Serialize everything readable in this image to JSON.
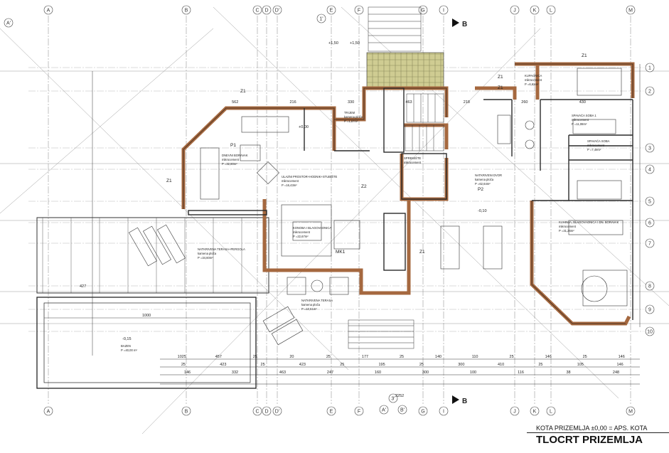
{
  "colors": {
    "wall": "#a5683f",
    "wall_outline": "#3a2a1e",
    "ink": "#2a2a2a",
    "axis": "#555555",
    "tile": "#c9c78f"
  },
  "axes": {
    "columns": [
      "A",
      "B",
      "C",
      "D",
      "D'",
      "E",
      "F",
      "G",
      "I",
      "J",
      "K",
      "L",
      "M"
    ],
    "rows": [
      "1",
      "2",
      "3",
      "4",
      "5",
      "6",
      "7",
      "8",
      "9",
      "10"
    ],
    "diag_top": [
      "A'",
      "1'"
    ],
    "diag_bottom": [
      "3'",
      "A'",
      "B'"
    ],
    "section_mark": "B"
  },
  "rooms": [
    {
      "name": "DNEVNI BORAVAK",
      "floor": "mikrocement",
      "area": "P =32,80m²"
    },
    {
      "name": "ULAZNI PROSTOR+HODNIK+STUBIŠTE",
      "floor": "mikrocement",
      "area": "P =16,43m²"
    },
    {
      "name": "KONOBA I BLAGOVAONICA",
      "floor": "mikrocement",
      "area": "P =22,67m²"
    },
    {
      "name": "TRIJEM",
      "floor": "kamena ploča",
      "area": "P =1,67m²"
    },
    {
      "name": "SPREMIŠTE",
      "floor": "mikrocement",
      "area": ""
    },
    {
      "name": "NATKRIVENI DVOR",
      "floor": "kamena ploča",
      "area": "P =62,64m²"
    },
    {
      "name": "KUPAONICA",
      "floor": "mikrocement",
      "area": "P =6,62m²"
    },
    {
      "name": "SPAVAĆA SOBA 1",
      "floor": "mikrocement",
      "area": "P =11,08m²"
    },
    {
      "name": "SPAVAĆA SOBA",
      "floor": "mikrocement",
      "area": "P =7,49m²"
    },
    {
      "name": "KUHINJA, BLAGOVAONICA I DN. BORAVAK",
      "floor": "mikrocement",
      "area": "P =31,26m²"
    },
    {
      "name": "NATKRIVENA TERASA",
      "floor": "kamena ploča",
      "area": "P =10,51m²"
    },
    {
      "name": "NATKRIVENA TERASA+PERGOLA",
      "floor": "kamena ploča",
      "area": "P =34,60m²"
    },
    {
      "name": "BAZEN",
      "floor": "",
      "area": "P =40,00 m²"
    }
  ],
  "zone_labels": [
    "Z1",
    "Z1",
    "Z1",
    "Z1",
    "Z1",
    "Z1",
    "Z2",
    "P1",
    "P2",
    "MK1"
  ],
  "levels": [
    "+1,50",
    "+0,00",
    "-0,10",
    "-0,15",
    "+1,50"
  ],
  "dimensions": {
    "top": [
      "562",
      "216",
      "330",
      "463",
      "218",
      "260",
      "430"
    ],
    "pool_length": "1000",
    "left": "427",
    "row_upper": [
      "1025",
      "457",
      "25",
      "20",
      "25",
      "177",
      "25",
      "140",
      "110",
      "25",
      "146",
      "25",
      "146"
    ],
    "row_mid": [
      "25",
      "423",
      "25",
      "423",
      "25",
      "195",
      "25",
      "300",
      "410",
      "25",
      "105",
      "146"
    ],
    "row_low": [
      "146",
      "332",
      "463",
      "247",
      "160",
      "300",
      "100",
      "116",
      "38",
      "248"
    ],
    "total": "2252"
  },
  "title_block": {
    "subtitle": "KOTA PRIZEMLJA ±0,00 = APS. KOTA",
    "title": "TLOCRT PRIZEMLJA"
  }
}
